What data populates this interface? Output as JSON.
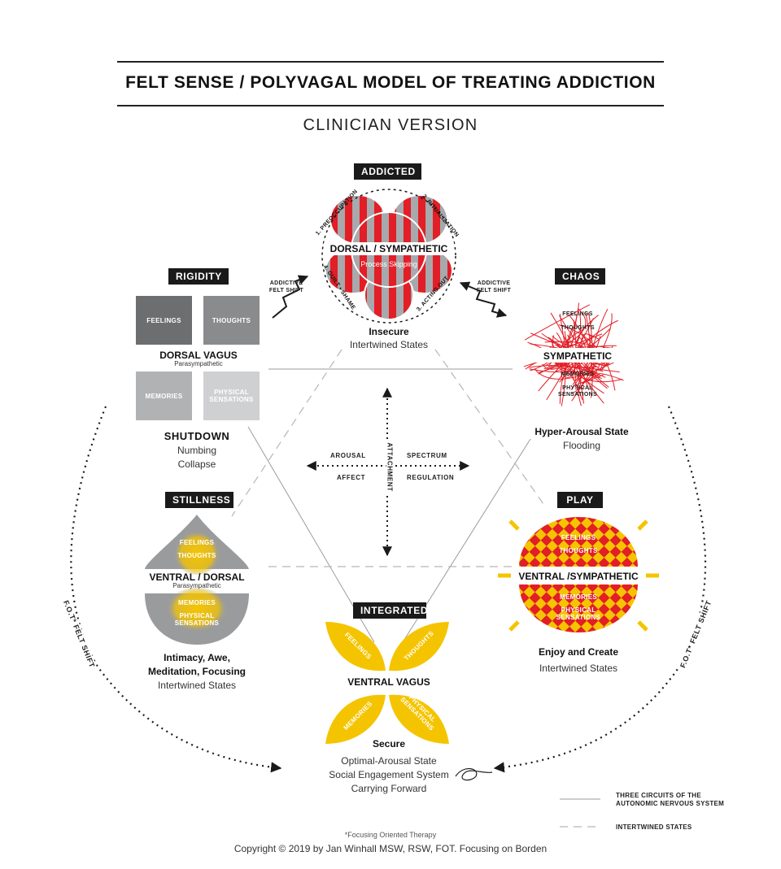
{
  "title": "FELT SENSE / POLYVAGAL MODEL OF TREATING ADDICTION",
  "subtitle": "CLINICIAN VERSION",
  "addicted": {
    "tag": "ADDICTED",
    "name": "DORSAL / SYMPATHETIC",
    "note": "Process Skipping",
    "cycle": [
      "1. PREOCCUPATION",
      "2. RITUALIZATION",
      "3. ACTING OUT",
      "4. GUILT • SHAME"
    ],
    "state": "Insecure",
    "sub": "Intertwined States"
  },
  "shift_left": [
    "ADDICTIVE",
    "FELT SHIFT"
  ],
  "shift_right": [
    "ADDICTIVE",
    "FELT SHIFT"
  ],
  "rigidity": {
    "tag": "RIGIDITY",
    "cells": [
      "FEELINGS",
      "THOUGHTS",
      "MEMORIES",
      "PHYSICAL SENSATIONS"
    ],
    "name": "DORSAL VAGUS",
    "sub": "Parasympathetic",
    "state": "SHUTDOWN",
    "lines": [
      "Numbing",
      "Collapse"
    ]
  },
  "chaos": {
    "tag": "CHAOS",
    "cells": [
      "FEELINGS",
      "THOUGHTS",
      "MEMORIES",
      "PHYSICAL SENSATIONS"
    ],
    "name": "SYMPATHETIC",
    "state": "Hyper-Arousal State",
    "sub": "Flooding"
  },
  "stillness": {
    "tag": "STILLNESS",
    "cells": [
      "FEELINGS",
      "THOUGHTS",
      "MEMORIES",
      "PHYSICAL SENSATIONS"
    ],
    "name": "VENTRAL / DORSAL",
    "sub": "Parasympathetic",
    "state_lines": [
      "Intimacy, Awe,",
      "Meditation, Focusing"
    ],
    "note": "Intertwined States"
  },
  "play": {
    "tag": "PLAY",
    "cells": [
      "FEELINGS",
      "THOUGHTS",
      "MEMORIES",
      "PHYSICAL SENSATIONS"
    ],
    "name": "VENTRAL /SYMPATHETIC",
    "state": "Enjoy and Create",
    "sub": "Intertwined States"
  },
  "integrated": {
    "tag": "INTEGRATED",
    "cells": [
      "FEELINGS",
      "THOUGHTS",
      "MEMORIES",
      "PHYSICAL SENSATIONS"
    ],
    "name": "VENTRAL VAGUS",
    "state": "Secure",
    "lines": [
      "Optimal-Arousal State",
      "Social Engagement System",
      "Carrying Forward"
    ]
  },
  "spectrum": {
    "arousal": "AROUSAL",
    "spectrum": "SPECTRUM",
    "affect": "AFFECT",
    "regulation": "REGULATION",
    "attachment": "ATTACHMENT"
  },
  "fot_left": "F.O.T* FELT SHIFT",
  "fot_right": "F.O.T* FELT SHIFT",
  "legend": {
    "solid": [
      "THREE CIRCUITS OF THE",
      "AUTONOMIC NERVOUS SYSTEM"
    ],
    "dashed": "INTERTWINED STATES"
  },
  "footnote": "*Focusing Oriented Therapy",
  "copyright": "Copyright © 2019 by Jan Winhall MSW, RSW, FOT. Focusing on Borden",
  "colors": {
    "red": "#e21e26",
    "yellow": "#f5c400",
    "dark_gray": "#6d6e70",
    "gray": "#9a9b9d",
    "light_gray": "#cfd0d2",
    "black": "#1a1a1a"
  }
}
